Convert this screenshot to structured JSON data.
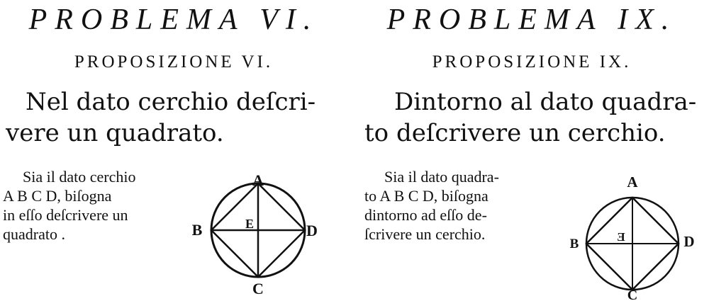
{
  "left": {
    "problem_title": "PROBLEMA VI.",
    "proposition_title": "PROPOSIZIONE VI.",
    "statement_lines": [
      "Nel dato cerchio deſcri-",
      "vere un quadrato."
    ],
    "body_lines": [
      "Sia il dato cerchio",
      "A B C D, biſogna",
      "in eſſo deſcrivere un",
      "quadrato ."
    ],
    "figure_labels": {
      "top": "A",
      "left": "B",
      "center": "E",
      "right": "D",
      "bottom": "C"
    }
  },
  "right": {
    "problem_title": "PROBLEMA IX.",
    "proposition_title": "PROPOSIZIONE IX.",
    "statement_lines": [
      "Dintorno al dato quadra-",
      "to deſcrivere un cerchio."
    ],
    "body_lines": [
      "Sia il dato quadra-",
      "to A B C D, biſogna",
      "dintorno ad eſſo de-",
      "ſcrivere un cerchio."
    ],
    "figure_labels": {
      "top": "A",
      "left": "B",
      "center": "E",
      "right": "D",
      "bottom": "C"
    }
  }
}
